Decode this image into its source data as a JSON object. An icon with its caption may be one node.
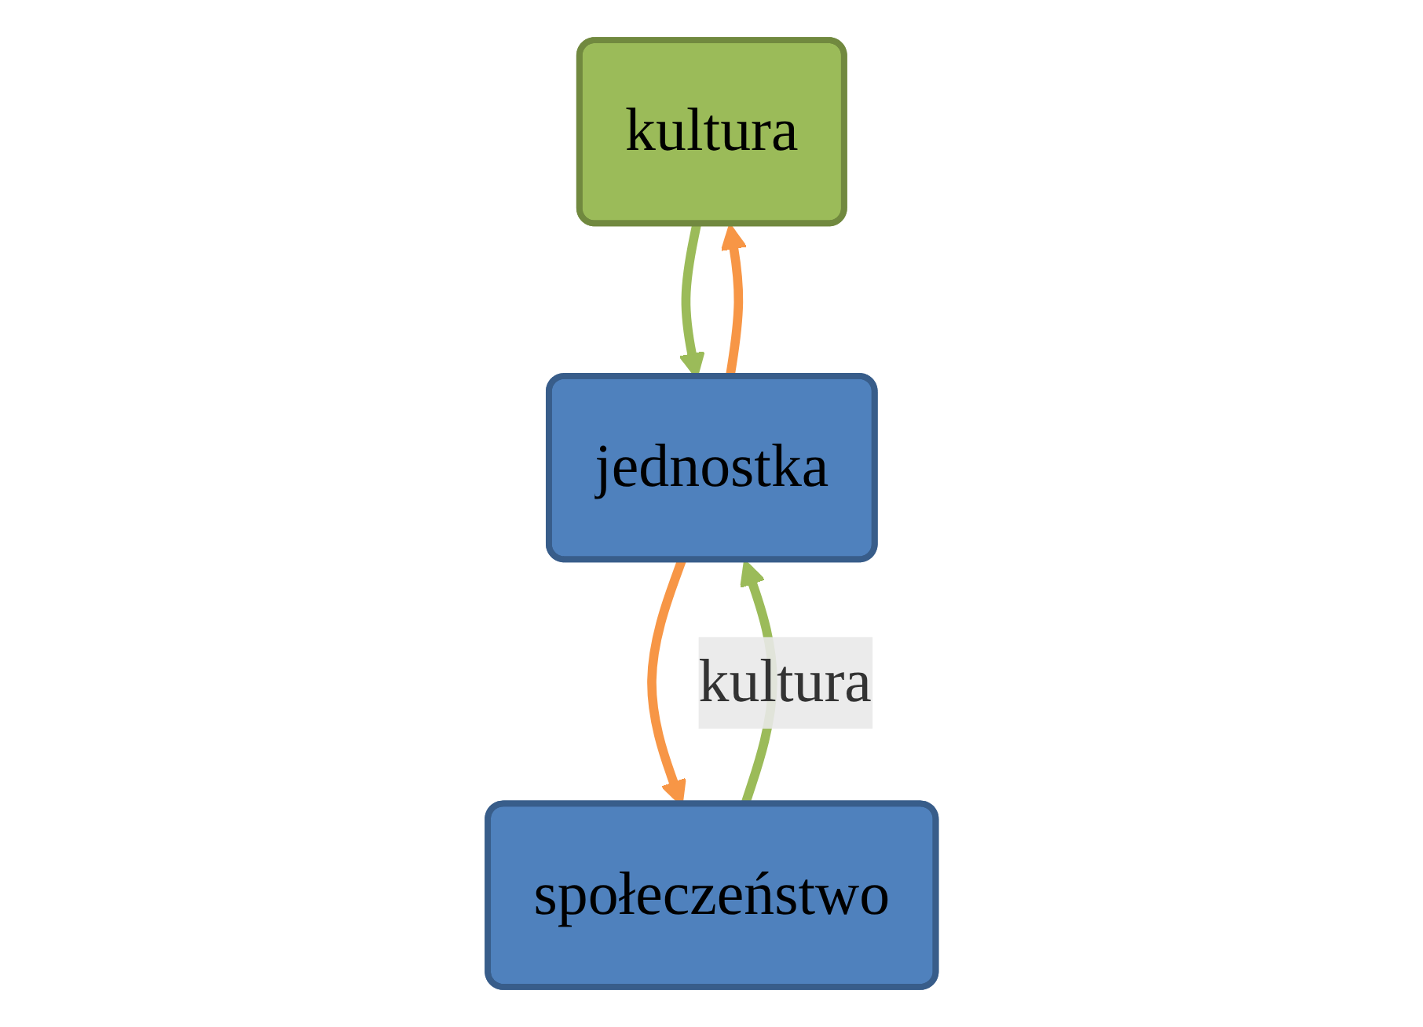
{
  "diagram": {
    "nodes": [
      {
        "text": [
          "kultura"
        ]
      },
      {
        "text": [
          "jednostka"
        ]
      },
      {
        "text": [
          "społeczeństwo"
        ]
      }
    ],
    "edges": [
      {
        "from": 0,
        "to": 1,
        "arrow": "to",
        "color": "#9bbb59"
      },
      {
        "from": 1,
        "to": 0,
        "arrow": "to",
        "color": "#f79646"
      },
      {
        "from": 1,
        "to": 2,
        "arrow": "to",
        "color": "#f79646"
      },
      {
        "from": 2,
        "to": 1,
        "arrow": "to",
        "label": "kultura",
        "color": "#9bbb59"
      }
    ]
  }
}
